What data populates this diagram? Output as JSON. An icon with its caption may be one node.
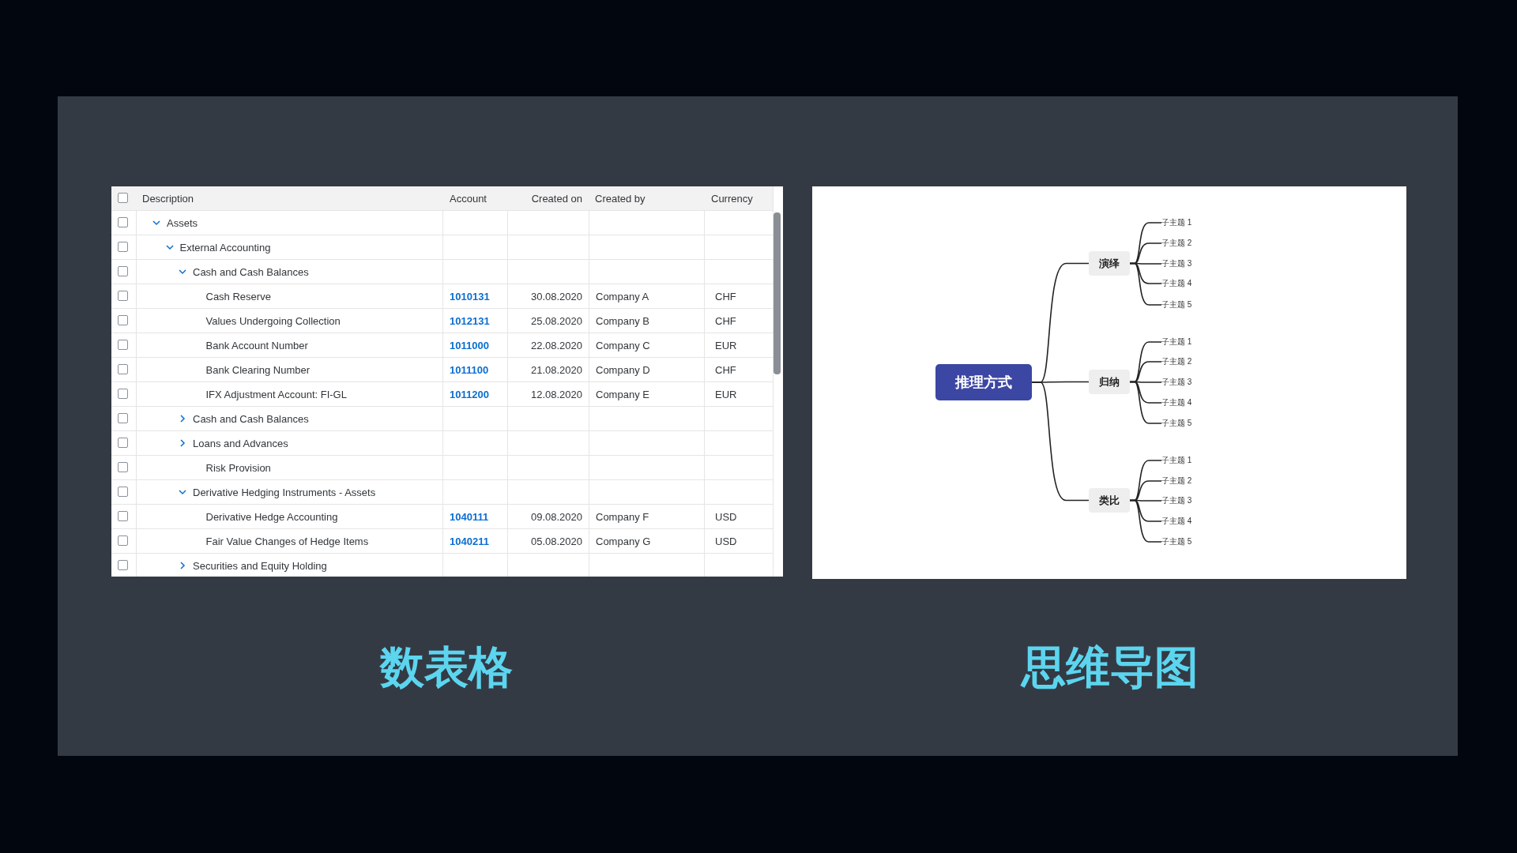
{
  "diagram": {
    "nodes": [
      {
        "text": [
          "推理方式"
        ]
      },
      {
        "text": [
          "演绎"
        ]
      },
      {
        "text": [
          "归纳"
        ]
      },
      {
        "text": [
          "类比"
        ]
      },
      {
        "text": [
          "子主题 1"
        ]
      },
      {
        "text": [
          "子主题 2"
        ]
      },
      {
        "text": [
          "子主题 3"
        ]
      },
      {
        "text": [
          "子主题 4"
        ]
      },
      {
        "text": [
          "子主题 5"
        ]
      },
      {
        "text": [
          "子主题 1"
        ]
      },
      {
        "text": [
          "子主题 2"
        ]
      },
      {
        "text": [
          "子主题 3"
        ]
      },
      {
        "text": [
          "子主题 4"
        ]
      },
      {
        "text": [
          "子主题 5"
        ]
      },
      {
        "text": [
          "子主题 1"
        ]
      },
      {
        "text": [
          "子主题 2"
        ]
      },
      {
        "text": [
          "子主题 3"
        ]
      },
      {
        "text": [
          "子主题 4"
        ]
      },
      {
        "text": [
          "子主题 5"
        ]
      }
    ],
    "edges": [
      {
        "from": 0,
        "to": 1,
        "arrow": "none"
      },
      {
        "from": 0,
        "to": 2,
        "arrow": "none"
      },
      {
        "from": 0,
        "to": 3,
        "arrow": "none"
      },
      {
        "from": 1,
        "to": 4,
        "arrow": "none"
      },
      {
        "from": 1,
        "to": 5,
        "arrow": "none"
      },
      {
        "from": 1,
        "to": 6,
        "arrow": "none"
      },
      {
        "from": 1,
        "to": 7,
        "arrow": "none"
      },
      {
        "from": 1,
        "to": 8,
        "arrow": "none"
      },
      {
        "from": 2,
        "to": 9,
        "arrow": "none"
      },
      {
        "from": 2,
        "to": 10,
        "arrow": "none"
      },
      {
        "from": 2,
        "to": 11,
        "arrow": "none"
      },
      {
        "from": 2,
        "to": 12,
        "arrow": "none"
      },
      {
        "from": 2,
        "to": 13,
        "arrow": "none"
      },
      {
        "from": 3,
        "to": 14,
        "arrow": "none"
      },
      {
        "from": 3,
        "to": 15,
        "arrow": "none"
      },
      {
        "from": 3,
        "to": 16,
        "arrow": "none"
      },
      {
        "from": 3,
        "to": 17,
        "arrow": "none"
      },
      {
        "from": 3,
        "to": 18,
        "arrow": "none"
      }
    ],
    "labels": [
      "Description",
      "Account",
      "Created on",
      "Created by",
      "Currency",
      "Assets",
      "External Accounting",
      "Cash and Cash Balances",
      "Cash Reserve",
      "1010131",
      "30.08.2020",
      "Company A",
      "CHF",
      "Values Undergoing Collection",
      "1012131",
      "25.08.2020",
      "Company B",
      "CHF",
      "Bank Account Number",
      "1011000",
      "22.08.2020",
      "Company C",
      "EUR",
      "Bank Clearing Number",
      "1011100",
      "21.08.2020",
      "Company D",
      "CHF",
      "IFX Adjustment Account: FI-GL",
      "1011200",
      "12.08.2020",
      "Company E",
      "EUR",
      "Cash and Cash Balances",
      "Loans and Advances",
      "Risk Provision",
      "Derivative Hedging Instruments - Assets",
      "Derivative Hedge Accounting",
      "1040111",
      "09.08.2020",
      "Company F",
      "USD",
      "Fair Value Changes of Hedge Items",
      "1040211",
      "05.08.2020",
      "Company G",
      "USD",
      "Securities and Equity Holding",
      "数表格",
      "思维导图"
    ]
  }
}
